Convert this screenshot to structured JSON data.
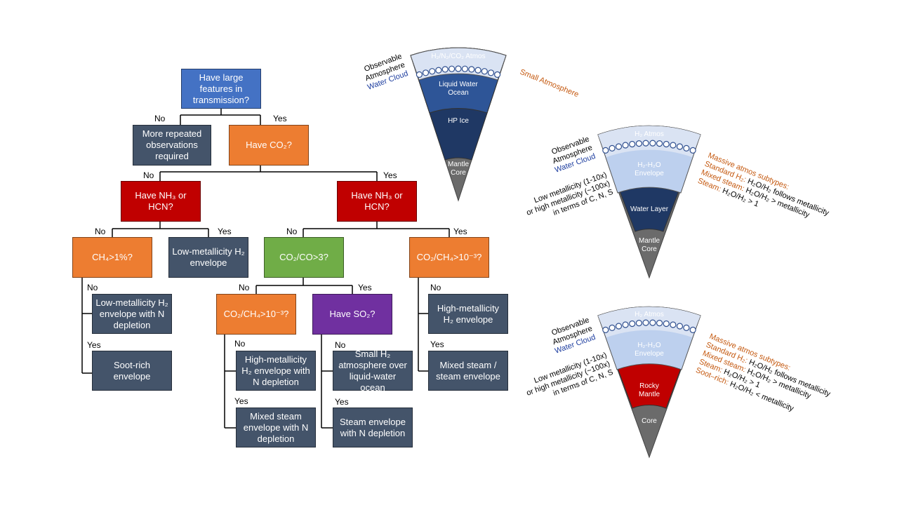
{
  "flowchart": {
    "q_large_features": "Have large features in transmission?",
    "more_obs": "More repeated observations required",
    "have_co2": "Have CO₂?",
    "have_nh3_left": "Have NH₃ or HCN?",
    "have_nh3_right": "Have NH₃ or HCN?",
    "ch4_gt_1": "CH₄>1%?",
    "low_met_h2": "Low-metallicity H₂ envelope",
    "co2_co_gt_3": "CO₂/CO>3?",
    "co2_ch4_right": "CO₂/CH₄>10⁻³?",
    "low_met_n_depl": "Low-metallicity H₂ envelope with N depletion",
    "soot_rich": "Soot-rich envelope",
    "co2_ch4_mid": "CO₂/CH₄>10⁻³?",
    "have_so2": "Have SO₂?",
    "high_met_h2": "High-metallicity H₂ envelope",
    "high_met_n_depl": "High-metallicity H₂ envelope with N depletion",
    "small_h2": "Small H₂ atmosphere over liquid-water ocean",
    "mixed_steam": "Mixed steam / steam envelope",
    "mixed_steam_n": "Mixed steam envelope with N depletion",
    "steam_n": "Steam envelope with N depletion",
    "yes": "Yes",
    "no": "No"
  },
  "wedge_small": {
    "atmos": "H₂/N₂/CO₂ Atmos",
    "ocean": "Liquid Water Ocean",
    "ice": "HP Ice",
    "core": "Mantle Core",
    "observable": "Observable Atmosphere",
    "water_cloud": "Water Cloud",
    "title": "Small Atmosphere"
  },
  "wedge_water": {
    "atmos": "H₂ Atmos",
    "envelope": "H₂-H₂O Envelope",
    "water_layer": "Water Layer",
    "core": "Mantle Core",
    "observable": "Observable Atmosphere",
    "water_cloud": "Water Cloud",
    "metallicity": "Low metallicity (1-10x) or high metallicity (~100x) in terms of C, N, S",
    "subtypes_title": "Massive atmos subtypes:",
    "standard_k": "Standard H₂: ",
    "standard_v": "H₂O/H₂ follows metallicity",
    "mixed_k": "Mixed steam: ",
    "mixed_v": "H₂O/H₂ > metallicity",
    "steam_k": "Steam: ",
    "steam_v": "H₂O/H₂ > 1"
  },
  "wedge_rocky": {
    "atmos": "H₂ Atmos",
    "envelope": "H₂-H₂O Envelope",
    "mantle": "Rocky Mantle",
    "core": "Core",
    "observable": "Observable Atmosphere",
    "water_cloud": "Water Cloud",
    "metallicity": "Low metallicity (1-10x) or high metallicity (~100x) in terms of C, N, S",
    "subtypes_title": "Massive atmos subtypes:",
    "standard_k": "Standard H₂: ",
    "standard_v": "H₂O/H₂ follows metallicity",
    "mixed_k": "Mixed steam: ",
    "mixed_v": "H₂O/H₂ > metallicity",
    "steam_k": "Steam: ",
    "steam_v": "H₂O/H₂ > 1",
    "soot_k": "Soot–rich: ",
    "soot_v": "H₂O/H₂ < metallicity"
  },
  "colors": {
    "blue": "#4472c4",
    "slate": "#44546a",
    "orange": "#ed7d31",
    "red": "#c00000",
    "green": "#70ad47",
    "purple": "#7030a0",
    "accent_text": "#c55a11",
    "cloud_text": "#1f3fa0"
  }
}
